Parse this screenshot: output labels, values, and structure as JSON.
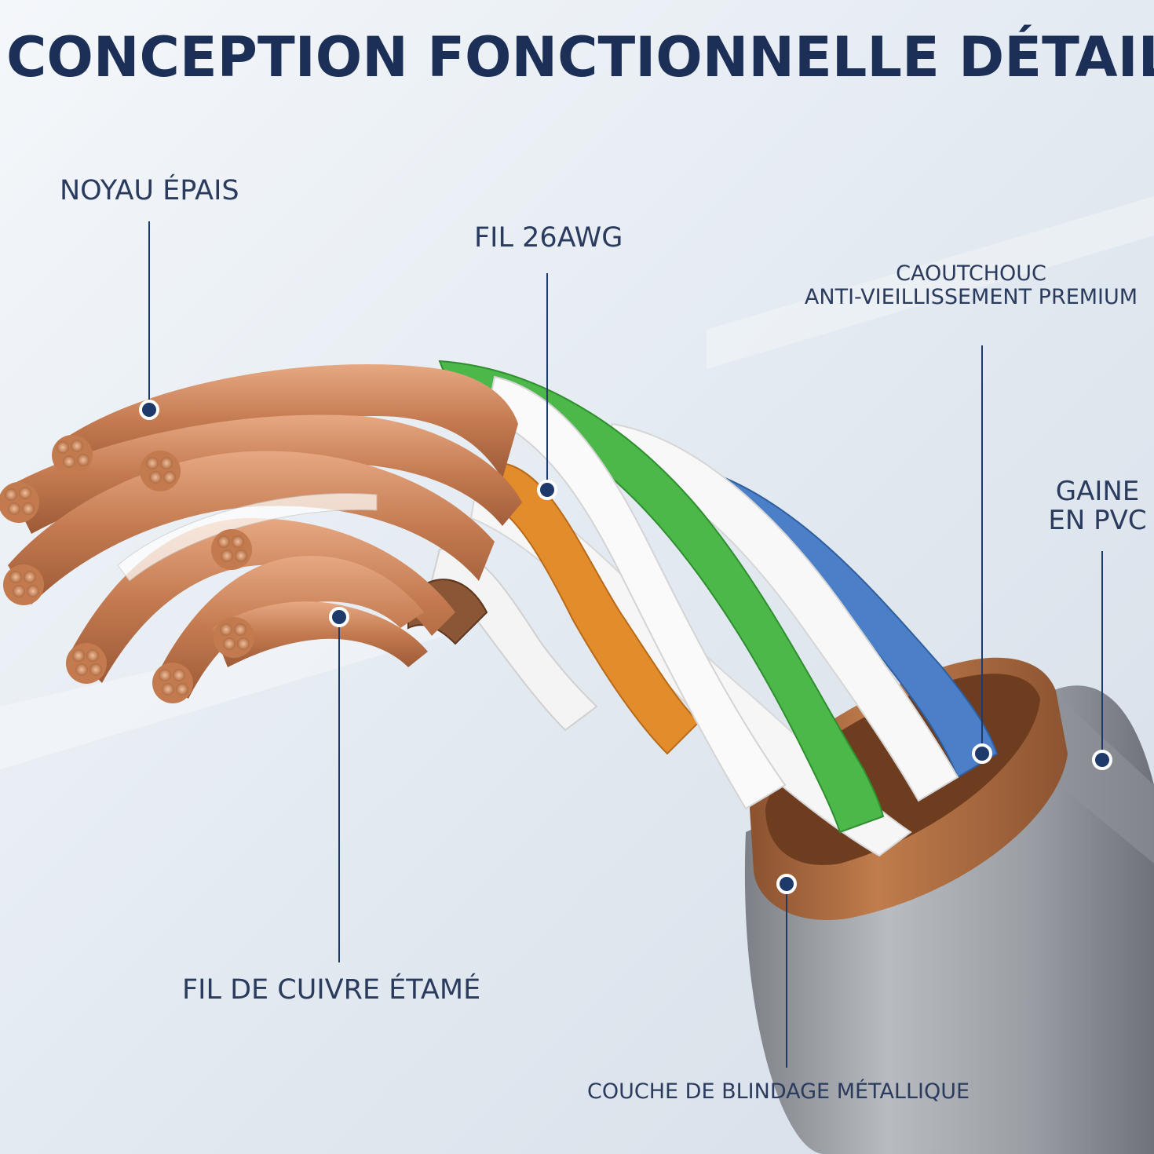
{
  "title": "CONCEPTION FONCTIONNELLE DÉTAILLÉE",
  "labels": {
    "noyau": "NOYAU ÉPAIS",
    "fil26": "FIL 26AWG",
    "caoutchouc_line1": "CAOUTCHOUC",
    "caoutchouc_line2": "ANTI-VIEILLISSEMENT PREMIUM",
    "gaine_line1": "GAINE",
    "gaine_line2": "EN PVC",
    "cuivre": "FIL DE CUIVRE ÉTAMÉ",
    "couche": "COUCHE DE BLINDAGE MÉTALLIQUE"
  },
  "colors": {
    "title": "#1b2f57",
    "label": "#2a3b5e",
    "marker": "#1e3a6b",
    "copper": "#c8825a",
    "green_wire": "#4cb84a",
    "blue_wire": "#4a7fc8",
    "orange_wire": "#e08a2a",
    "white_wire": "#f4f4f4",
    "shield": "#a8683e",
    "jacket": "#9a9ea4"
  }
}
